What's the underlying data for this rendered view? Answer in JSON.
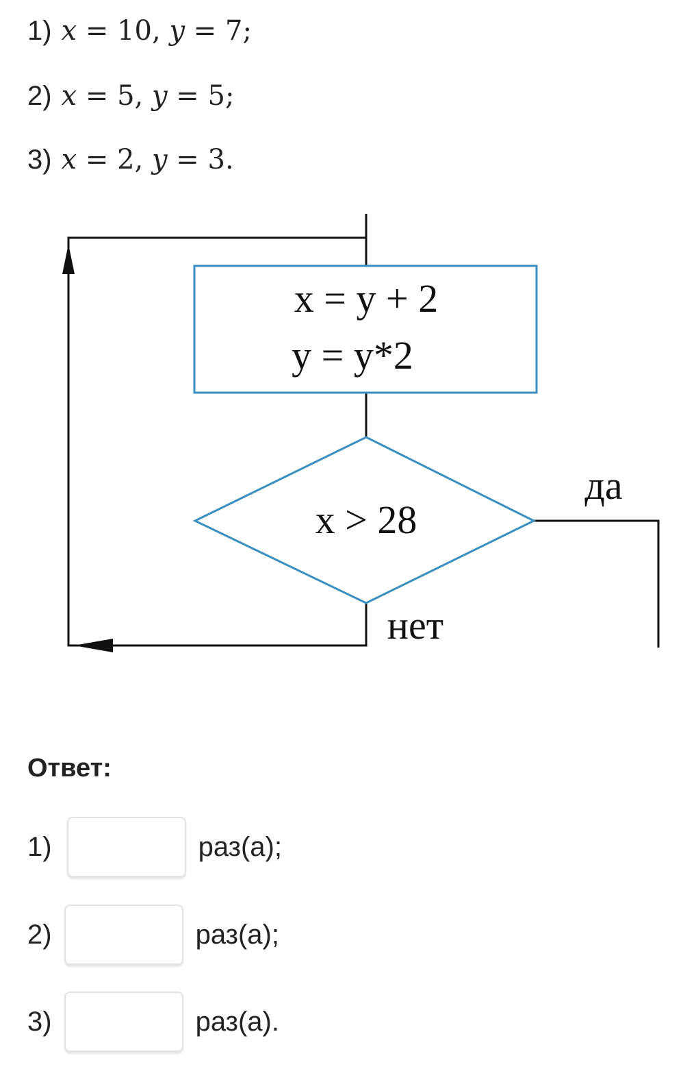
{
  "questions": [
    {
      "num": "1)",
      "x": "10",
      "y": "7",
      "end": ";"
    },
    {
      "num": "2)",
      "x": "5",
      "y": "5",
      "end": ";"
    },
    {
      "num": "3)",
      "x": "2",
      "y": "3",
      "end": "."
    }
  ],
  "flowchart": {
    "process_line1": "x = y + 2",
    "process_line2": "y = y*2",
    "condition": "x > 28",
    "yes_label": "да",
    "no_label": "нет",
    "line_color": "#111111",
    "shape_color": "#3a8fc0"
  },
  "answer": {
    "title": "Ответ:",
    "rows": [
      {
        "num": "1)",
        "value": "",
        "suffix": "раз(а);"
      },
      {
        "num": "2)",
        "value": "",
        "suffix": "раз(а);"
      },
      {
        "num": "3)",
        "value": "",
        "suffix": "раз(а)."
      }
    ]
  }
}
